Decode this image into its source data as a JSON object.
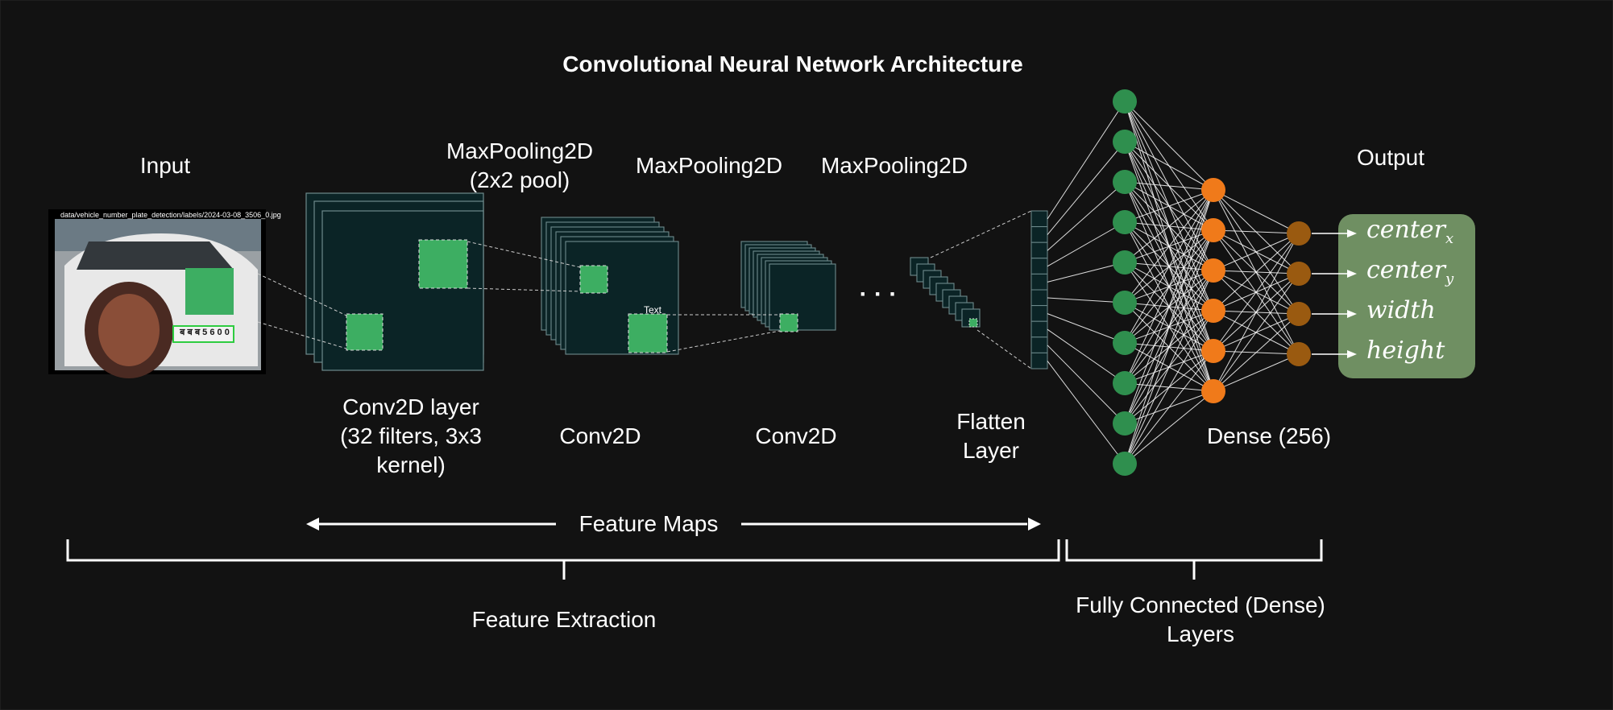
{
  "title": "Convolutional Neural Network Architecture",
  "labels": {
    "input": "Input",
    "maxpool1_line1": "MaxPooling2D",
    "maxpool1_line2": "(2x2 pool)",
    "maxpool2": "MaxPooling2D",
    "maxpool3": "MaxPooling2D",
    "output": "Output",
    "conv1_line1": "Conv2D layer",
    "conv1_line2": "(32 filters, 3x3",
    "conv1_line3": "kernel)",
    "conv2": "Conv2D",
    "conv3": "Conv2D",
    "flatten_line1": "Flatten",
    "flatten_line2": "Layer",
    "dense": "Dense (256)",
    "feature_maps": "Feature Maps",
    "feature_extraction": "Feature Extraction",
    "fc_line1": "Fully Connected (Dense)",
    "fc_line2": "Layers",
    "text_marker": "Text",
    "ellipsis": "· · ·"
  },
  "input_image": {
    "caption": "data/vehicle_number_plate_detection/labels/2024-03-08_3506_0.jpg",
    "plate": "ब ब ब 5 6 0 0"
  },
  "outputs": [
    {
      "base": "center",
      "sub": "x"
    },
    {
      "base": "center",
      "sub": "y"
    },
    {
      "base": "width",
      "sub": ""
    },
    {
      "base": "height",
      "sub": ""
    }
  ],
  "network": {
    "layer1_nodes": 10,
    "layer2_nodes": 6,
    "layer3_nodes": 4
  },
  "colors": {
    "background": "#121212",
    "feature_map_fill": "#0b2426",
    "feature_map_stroke": "#6e8a8c",
    "kernel_green": "#3dae62",
    "node_green": "#2f8f4e",
    "node_orange": "#f07a1a",
    "node_brown": "#9a5a10",
    "output_box": "#6f8f62"
  }
}
